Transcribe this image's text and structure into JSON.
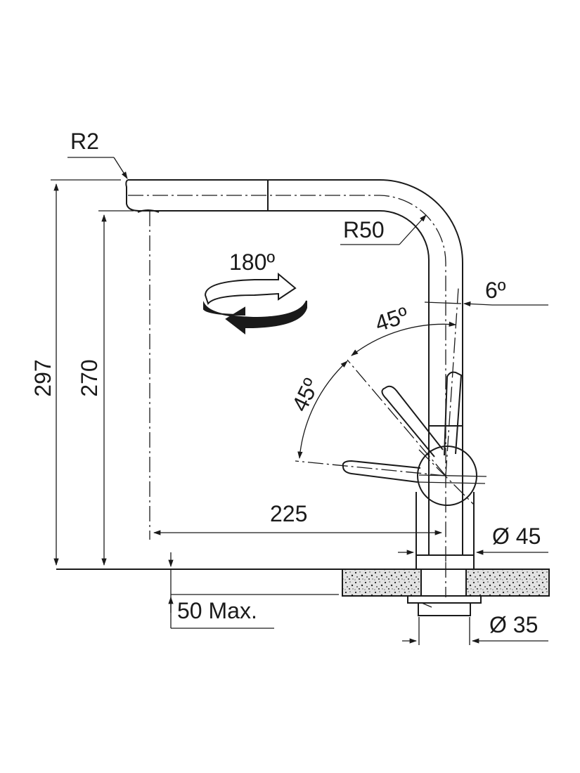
{
  "labels": {
    "r2": "R2",
    "r50": "R50",
    "rotation": "180º",
    "angle_6": "6º",
    "angle_45_upper": "45º",
    "angle_45_lower": "45º",
    "height_297": "297",
    "height_270": "270",
    "reach_225": "225",
    "diameter_45": "Ø 45",
    "diameter_35": "Ø 35",
    "max_50": "50 Max."
  },
  "colors": {
    "line": "#1a1a1a",
    "countertop_fill": "#e6e6e6",
    "arrow_fill": "#ffffff"
  }
}
